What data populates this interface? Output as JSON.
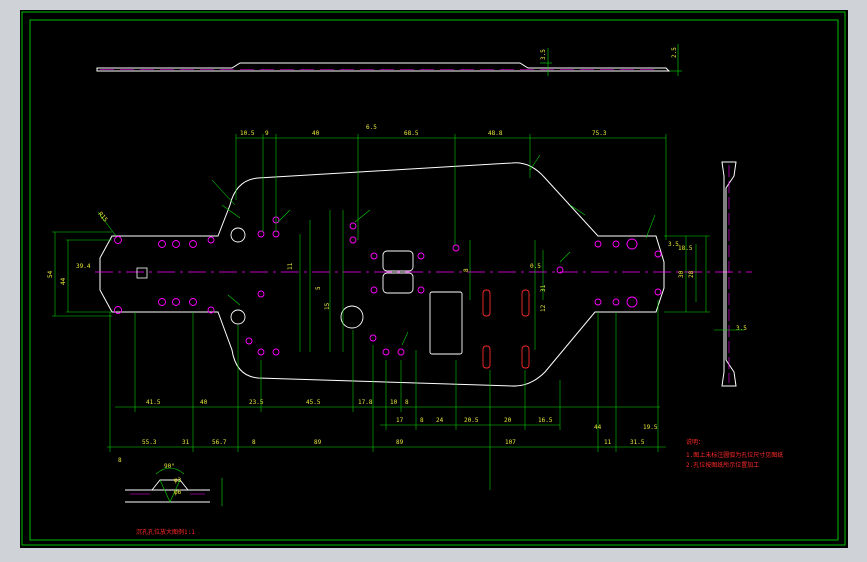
{
  "colors": {
    "background": "#000000",
    "frame": "#00c000",
    "outline": "#ffffff",
    "center_line": "#ff00ff",
    "dimension": "#00dd00",
    "dimension_text": "#e8e83a",
    "note_text": "#ff2a2a"
  },
  "dims": {
    "top": [
      "10.5",
      "9",
      "40",
      "6.5",
      "68.5",
      "48.8",
      "75.3"
    ],
    "bottom_a": [
      "41.5",
      "40",
      "23.5",
      "45.5",
      "17.8",
      "10",
      "8"
    ],
    "bottom_b": [
      "17",
      "8",
      "24",
      "20.5",
      "20",
      "16.5",
      "44",
      "19.5"
    ],
    "bottom_c": [
      "55.3",
      "31",
      "56.7",
      "8",
      "89",
      "89",
      "107",
      "11",
      "31.5",
      "8"
    ],
    "left": [
      "54",
      "44",
      "39.4",
      "R15"
    ],
    "right": [
      "3.5",
      "30",
      "28",
      "18.5",
      "3.5"
    ],
    "side_profile": [
      "3.5",
      "2.5"
    ],
    "misc": [
      "0.5",
      "11",
      "15",
      "12",
      "8",
      "31",
      "5"
    ]
  },
  "notes": {
    "title": "说明：",
    "line1": "1.图上未标注圆弧为孔位尺寸见图纸",
    "line2": "2.孔位按图纸所示位置加工"
  },
  "detail": {
    "angle": "90°",
    "phi_top": "φ3",
    "phi_bottom": "φ6",
    "caption": "沉孔孔位放大图例1:1"
  }
}
